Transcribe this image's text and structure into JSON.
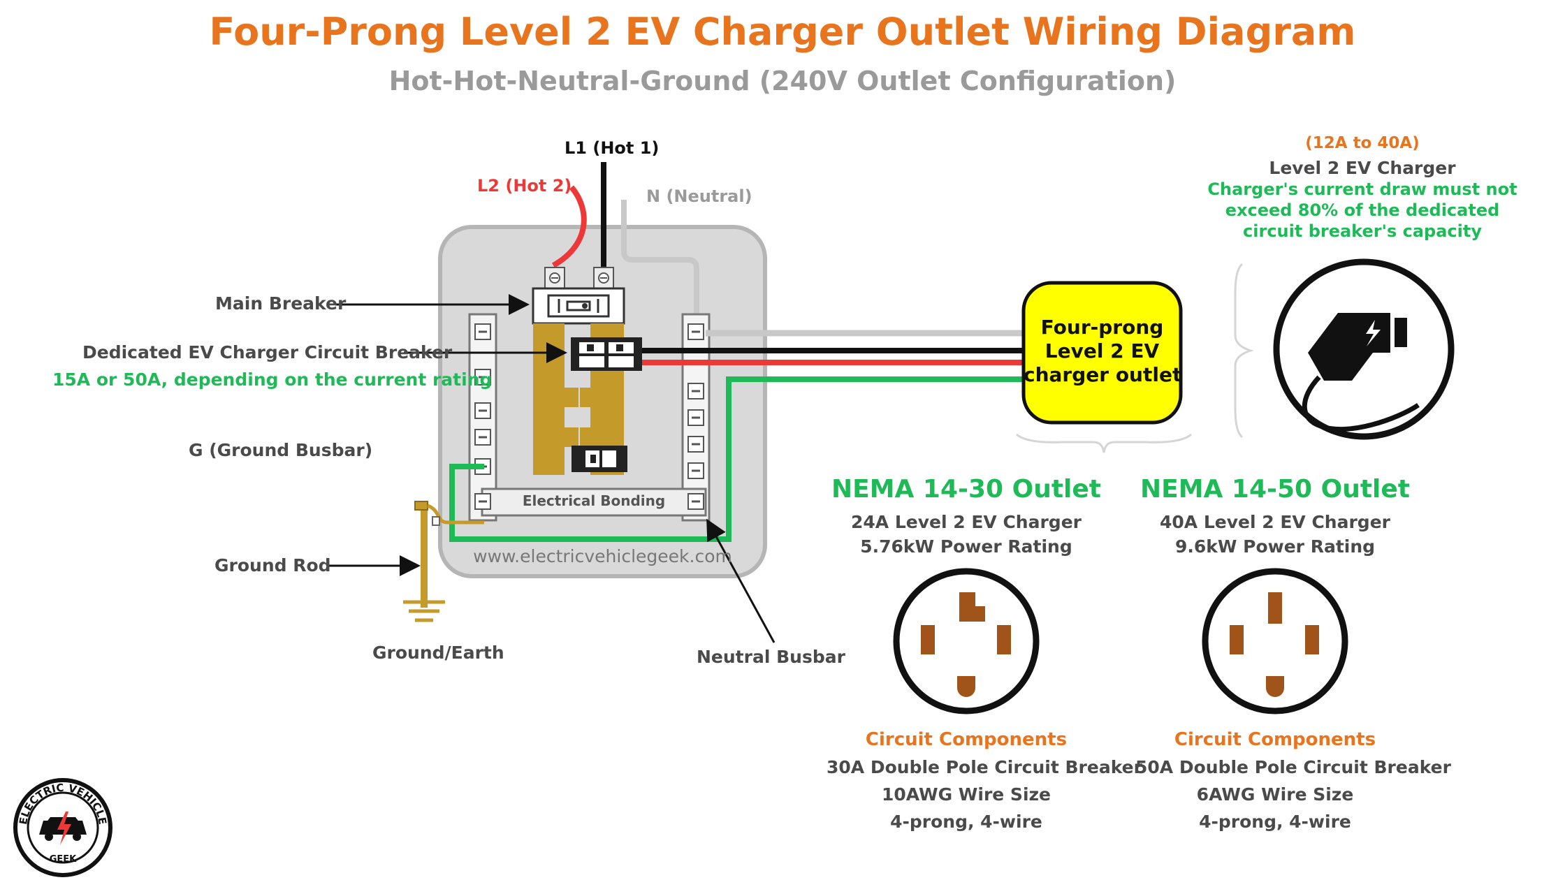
{
  "title": "Four-Prong Level 2 EV Charger Outlet Wiring Diagram",
  "subtitle": "Hot-Hot-Neutral-Ground (240V Outlet Configuration)",
  "wires": {
    "l1": "L1 (Hot 1)",
    "l2": "L2 (Hot 2)",
    "neutral": "N (Neutral)"
  },
  "panel_labels": {
    "main_breaker": "Main Breaker",
    "dedicated_breaker": "Dedicated EV Charger Circuit Breaker",
    "dedicated_breaker_note": "15A or 50A, depending on the current rating",
    "ground_busbar": "G (Ground Busbar)",
    "ground_rod": "Ground Rod",
    "ground_earth": "Ground/Earth",
    "neutral_busbar": "Neutral Busbar",
    "electrical_bonding": "Electrical Bonding",
    "website": "www.electricvehiclegeek.com"
  },
  "outlet_box": {
    "line1": "Four-prong",
    "line2": "Level 2 EV",
    "line3": "charger outlet"
  },
  "charger": {
    "range": "(12A to 40A)",
    "name": "Level 2 EV Charger",
    "note_line1": "Charger's current draw must not",
    "note_line2": "exceed 80% of the dedicated",
    "note_line3": "circuit breaker's capacity"
  },
  "outlets": [
    {
      "title": "NEMA 14-30 Outlet",
      "charger": "24A Level 2 EV Charger",
      "power": "5.76kW Power Rating",
      "components_title": "Circuit Components",
      "breaker": "30A Double Pole Circuit Breaker",
      "wire": "10AWG Wire Size",
      "config": "4-prong, 4-wire"
    },
    {
      "title": "NEMA 14-50 Outlet",
      "charger": "40A Level 2 EV Charger",
      "power": "9.6kW Power Rating",
      "components_title": "Circuit Components",
      "breaker": "50A Double Pole Circuit Breaker",
      "wire": "6AWG Wire Size",
      "config": "4-prong, 4-wire"
    }
  ],
  "logo": {
    "top": "ELECTRIC VEHICLE",
    "bottom": "GEEK"
  },
  "colors": {
    "title_orange": "#e8741e",
    "green": "#1fba58",
    "hot2_red": "#ee3838",
    "neutral_gray": "#c8c8c8",
    "busbar_gold": "#c49a2a",
    "outlet_yellow": "#ffff00",
    "prong_brown": "#a0541a"
  }
}
